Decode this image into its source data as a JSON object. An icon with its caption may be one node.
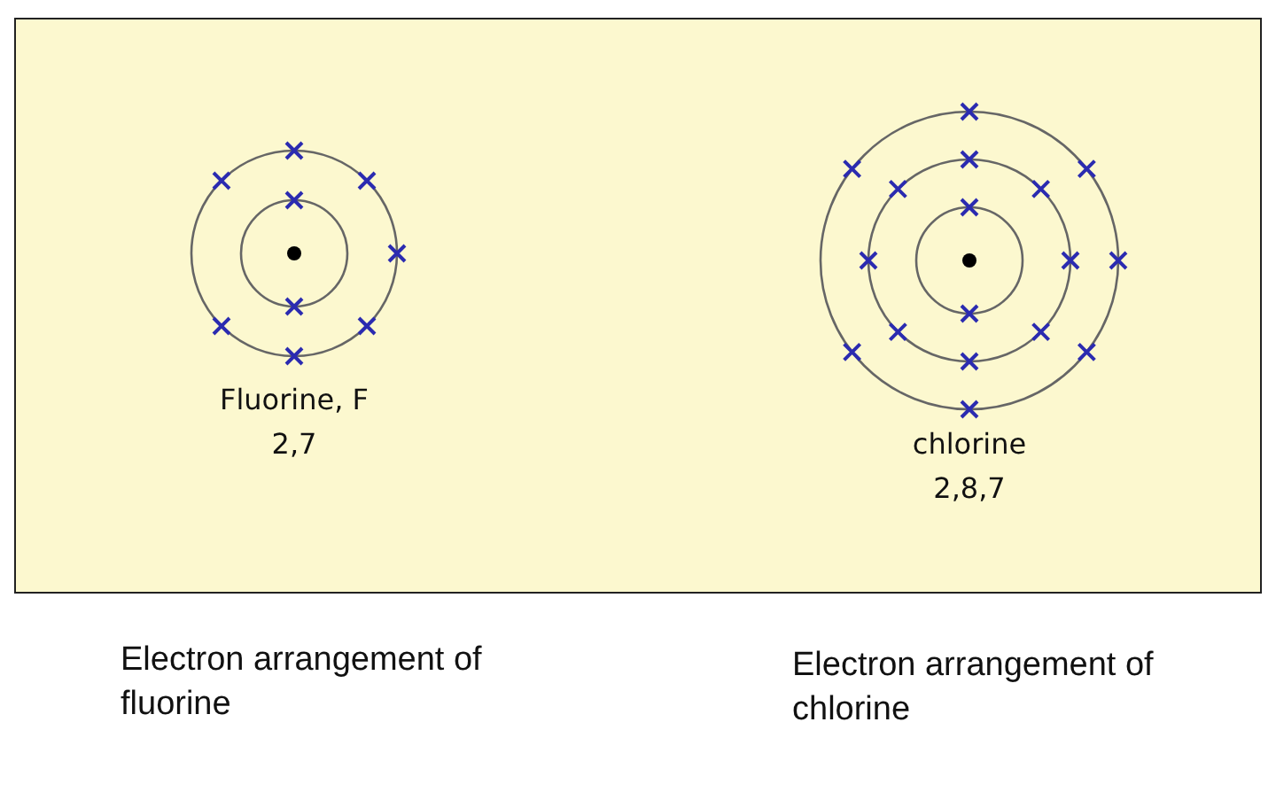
{
  "diagram": {
    "labels": [
      "Fluorine, F",
      "2,7",
      "chlorine",
      "2,8,7",
      "Electron arrangement of fluorine",
      "Electron arrangement of chlorine"
    ]
  }
}
